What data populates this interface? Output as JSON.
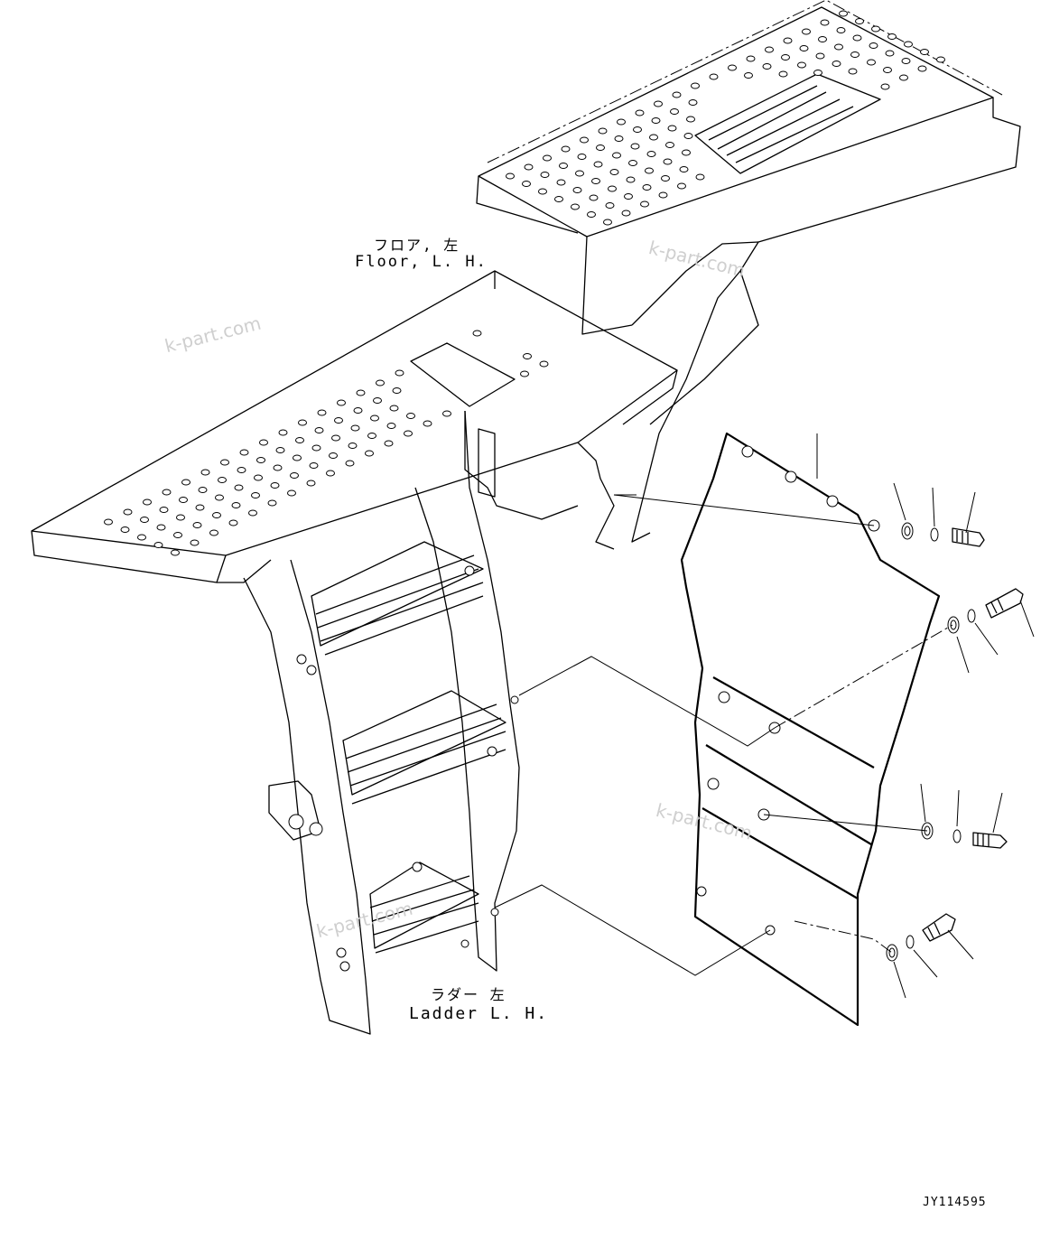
{
  "labels": {
    "floor_jp": "フロア, 左",
    "floor_en": "Floor, L. H.",
    "ladder_jp": "ラダー 左",
    "ladder_en": "Ladder L. H."
  },
  "watermarks": [
    "k-part.com",
    "k-part.com",
    "k-part.com",
    "k-part.com"
  ],
  "drawing_code": "JY114595"
}
